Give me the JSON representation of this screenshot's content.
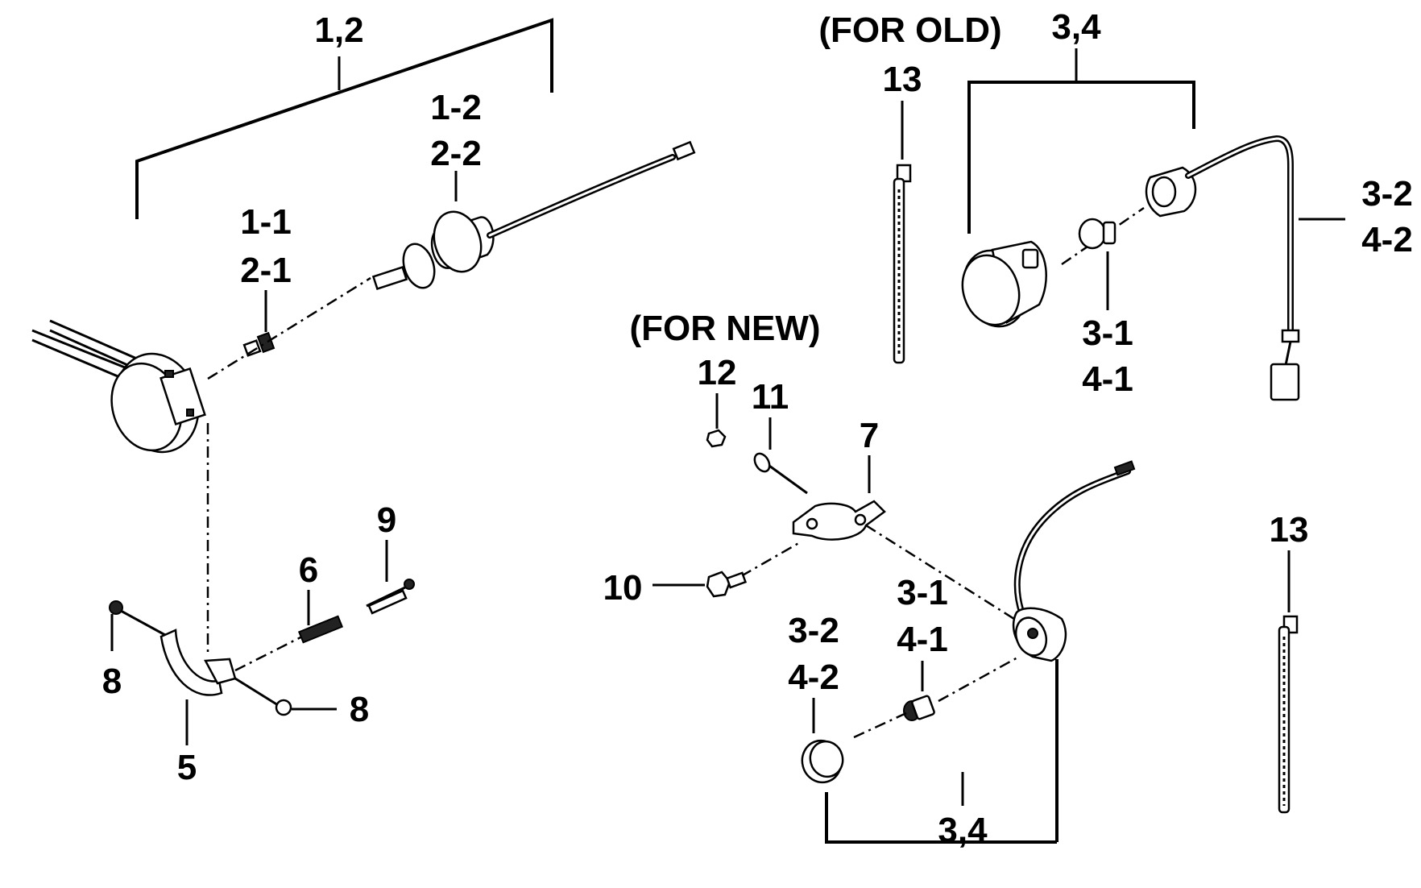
{
  "figure": "Exploded parts diagram - lamp assemblies",
  "notes": {
    "for_old": "(FOR OLD)",
    "for_new": "(FOR NEW)"
  },
  "callouts": {
    "assy_1_2": "1,2",
    "part_1_2_a": "1-2",
    "part_1_2_b": "2-2",
    "part_1_1_a": "1-1",
    "part_1_1_b": "2-1",
    "assy_3_4_top": "3,4",
    "part_13_top": "13",
    "part_3_2_top_a": "3-2",
    "part_3_2_top_b": "4-2",
    "part_3_1_top_a": "3-1",
    "part_3_1_top_b": "4-1",
    "part_12": "12",
    "part_11": "11",
    "part_7": "7",
    "part_10": "10",
    "part_9": "9",
    "part_6": "6",
    "part_8_left": "8",
    "part_8_right": "8",
    "part_5": "5",
    "part_3_1_bot_a": "3-1",
    "part_3_1_bot_b": "4-1",
    "part_3_2_bot_a": "3-2",
    "part_3_2_bot_b": "4-2",
    "assy_3_4_bottom": "3,4",
    "part_13_bottom": "13"
  }
}
